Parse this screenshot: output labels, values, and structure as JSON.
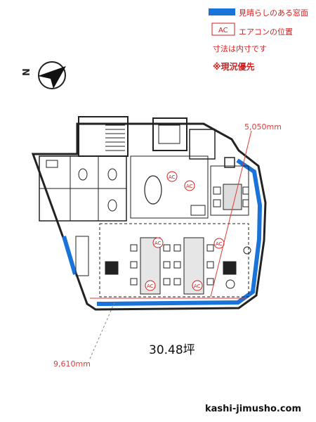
{
  "legend": {
    "window_label": "見晴らしのある窓面",
    "ac_box_text": "AC",
    "ac_label": "エアコンの位置",
    "dimension_note": "寸法は内寸です",
    "priority_note": "※現況優先"
  },
  "compass": {
    "north_letter": "N"
  },
  "dimensions": {
    "top_width": "5,050mm",
    "bottom_length": "9,610mm"
  },
  "area": {
    "tsubo": "30.48坪"
  },
  "ac_markers": [
    "AC",
    "AC",
    "AC",
    "AC",
    "AC",
    "AC"
  ],
  "footer": {
    "site": "kashi-jimusho.com"
  },
  "colors": {
    "window_blue": "#1a73d9",
    "ac_red": "#d11f1f",
    "dimension_red": "#e03a3a",
    "wall": "#222222"
  }
}
